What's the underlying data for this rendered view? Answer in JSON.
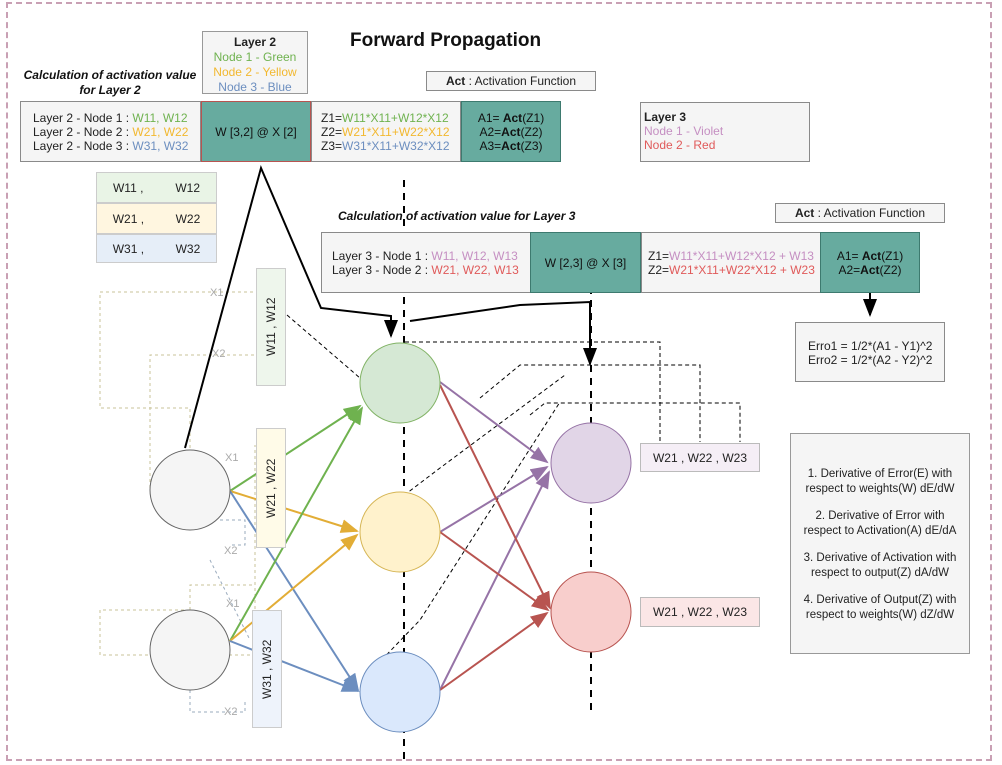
{
  "title": "Forward Propagation",
  "legend_l2": {
    "title": "Layer 2",
    "n1": "Node 1 - Green",
    "n2": "Node 2 - Yellow",
    "n3": "Node 3 - Blue"
  },
  "legend_l3": {
    "title": "Layer 3",
    "n1": "Node 1 - Violet",
    "n2": "Node 2 - Red"
  },
  "calc_l2": {
    "heading": "Calculation of activation value for Layer 2",
    "act_label": "Act",
    "act_text": " : Activation Function",
    "rows": [
      {
        "prefix": "Layer 2 - Node 1 : ",
        "weights": "W11, W12"
      },
      {
        "prefix": "Layer 2 - Node 2 : ",
        "weights": "W21, W22"
      },
      {
        "prefix": "Layer 2 - Node 3 : ",
        "weights": "W31, W32"
      }
    ],
    "matmul": "W [3,2] @ X [2]",
    "z": [
      {
        "lhs": "Z1=",
        "rhs": "W11*X11+W12*X12"
      },
      {
        "lhs": "Z2=",
        "rhs": "W21*X11+W22*X12"
      },
      {
        "lhs": "Z3=",
        "rhs": "W31*X11+W32*X12"
      }
    ],
    "a": [
      {
        "lhs": "A1= ",
        "act": "Act",
        "arg": "(Z1)"
      },
      {
        "lhs": "A2=",
        "act": "Act",
        "arg": "(Z2)"
      },
      {
        "lhs": "A3=",
        "act": "Act",
        "arg": "(Z3)"
      }
    ]
  },
  "calc_l3": {
    "heading": "Calculation of activation value for Layer 3",
    "act_label": "Act",
    "act_text": " : Activation Function",
    "rows": [
      {
        "prefix": "Layer 3 - Node 1 : ",
        "weights": "W11, W12, W13"
      },
      {
        "prefix": "Layer 3 - Node 2 : ",
        "weights": "W21, W22, W13"
      }
    ],
    "matmul": "W [2,3] @ X [3]",
    "z": [
      {
        "lhs": "Z1=",
        "rhs": "W11*X11+W12*X12 + W13"
      },
      {
        "lhs": "Z2=",
        "rhs": "W21*X11+W22*X12 + W23"
      }
    ],
    "a": [
      {
        "lhs": "A1= ",
        "act": "Act",
        "arg": "(Z1)"
      },
      {
        "lhs": "A2=",
        "act": "Act",
        "arg": "(Z2)"
      }
    ]
  },
  "weight_table": [
    {
      "a": "W11 ,",
      "b": "W12",
      "color": "#e9f4e6"
    },
    {
      "a": "W21 ,",
      "b": "W22",
      "color": "#fff6e0"
    },
    {
      "a": "W31 ,",
      "b": "W32",
      "color": "#e6eef8"
    }
  ],
  "input_weights": [
    {
      "text": "W11 ,   W12",
      "color": "#eef6ec"
    },
    {
      "text": "W21 ,   W22",
      "color": "#fffbe8"
    },
    {
      "text": "W31 ,   W32",
      "color": "#eef3fb"
    }
  ],
  "x_labels": [
    "X1",
    "X2",
    "X1",
    "X2",
    "X1",
    "X2"
  ],
  "out_weights": [
    {
      "text": "W21 , W22 , W23",
      "color": "#f5eef6"
    },
    {
      "text": "W21 , W22 , W23",
      "color": "#fbe6e6"
    }
  ],
  "errors": [
    "Erro1 = 1/2*(A1 - Y1)^2",
    "Erro2 = 1/2*(A2 - Y2)^2"
  ],
  "derivatives": [
    "1. Derivative of Error(E) with respect to weights(W) dE/dW",
    "2. Derivative of Error with respect to Activation(A) dE/dA",
    "3. Derivative of Activation with respect to output(Z) dA/dW",
    "4. Derivative of Output(Z) with respect to weights(W) dZ/dW"
  ],
  "colors": {
    "green": "#6fb24f",
    "yellow": "#f2b830",
    "blue": "#6c8ebf",
    "violet": "#9673a6",
    "red": "#b85450",
    "teal": "#67ab9f"
  }
}
